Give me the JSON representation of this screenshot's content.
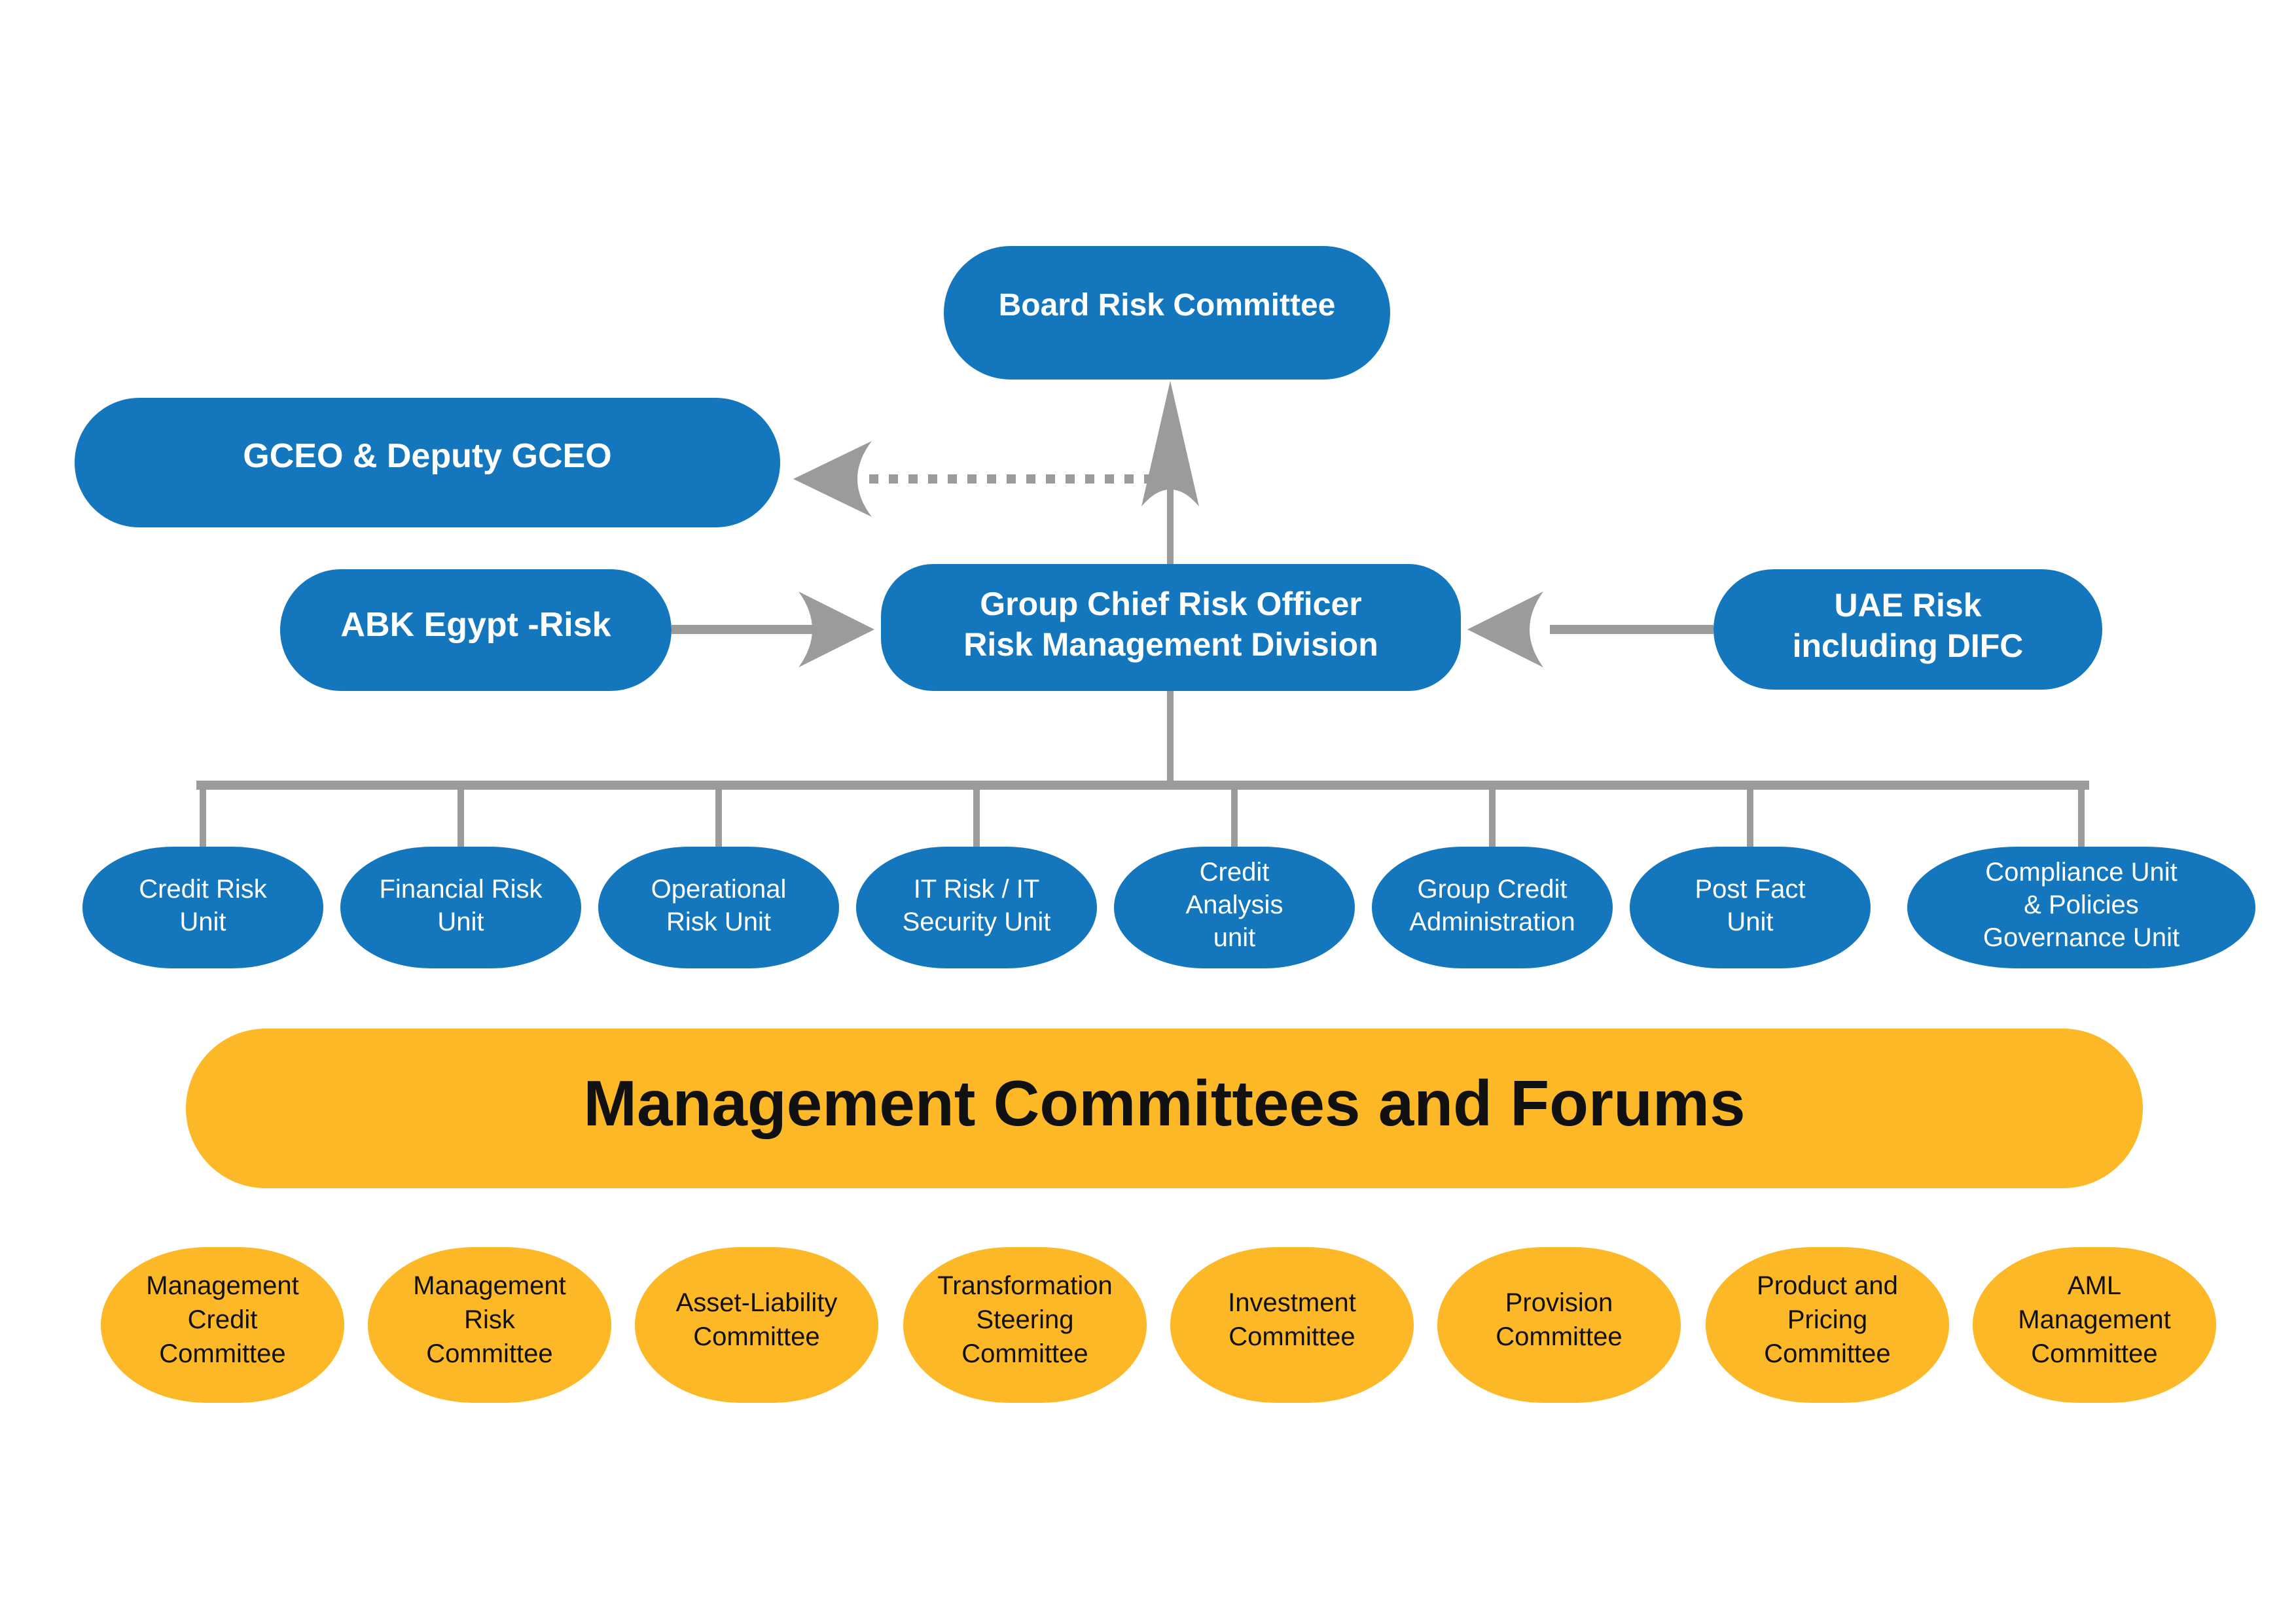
{
  "colors": {
    "node_blue": "#1476BD",
    "node_yellow": "#FCB827",
    "connector_gray": "#9B9B9B",
    "text_on_blue": "#FFFFFF",
    "text_on_yellow": "#111111"
  },
  "nodes": {
    "board": "Board Risk Committee",
    "gceo": "GCEO & Deputy GCEO",
    "abk": "ABK Egypt -Risk",
    "gcro": "Group Chief Risk Officer\nRisk Management Division",
    "uae": "UAE Risk\nincluding DIFC"
  },
  "units": [
    "Credit Risk\nUnit",
    "Financial Risk\nUnit",
    "Operational\nRisk Unit",
    "IT Risk / IT\nSecurity Unit",
    "Credit\nAnalysis\nunit",
    "Group Credit\nAdministration",
    "Post Fact\nUnit",
    "Compliance Unit\n& Policies\nGovernance Unit"
  ],
  "banner": "Management Committees and Forums",
  "committees": [
    "Management\nCredit\nCommittee",
    "Management\nRisk\nCommittee",
    "Asset-Liability\nCommittee",
    "Transformation\nSteering\nCommittee",
    "Investment\nCommittee",
    "Provision\nCommittee",
    "Product and\nPricing\nCommittee",
    "AML\nManagement\nCommittee"
  ]
}
